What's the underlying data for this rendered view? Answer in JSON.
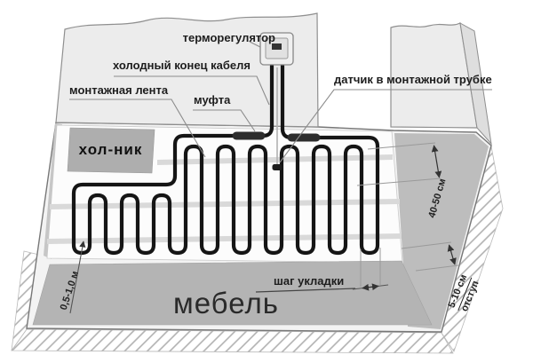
{
  "diagram": {
    "labels": {
      "thermostat": "терморегулятор",
      "cold_end": "холодный конец кабеля",
      "mounting_tape": "монтажная лента",
      "coupling": "муфта",
      "sensor": "датчик в монтажной трубке",
      "fridge": "хол-ник",
      "furniture": "мебель",
      "laying_step": "шаг укладки"
    },
    "dimensions": {
      "row_spacing": "40-50 см",
      "furniture_clearance": "0,5-1,0 м",
      "wall_offset_value": "5-10 см",
      "wall_offset_word": "отступ"
    },
    "colors": {
      "cable": "#151515",
      "wall": "#ececec",
      "heated_area": "#fcfcfc",
      "furniture_area": "#b4b4b4",
      "mounting_tape": "#d9d9d9"
    }
  }
}
